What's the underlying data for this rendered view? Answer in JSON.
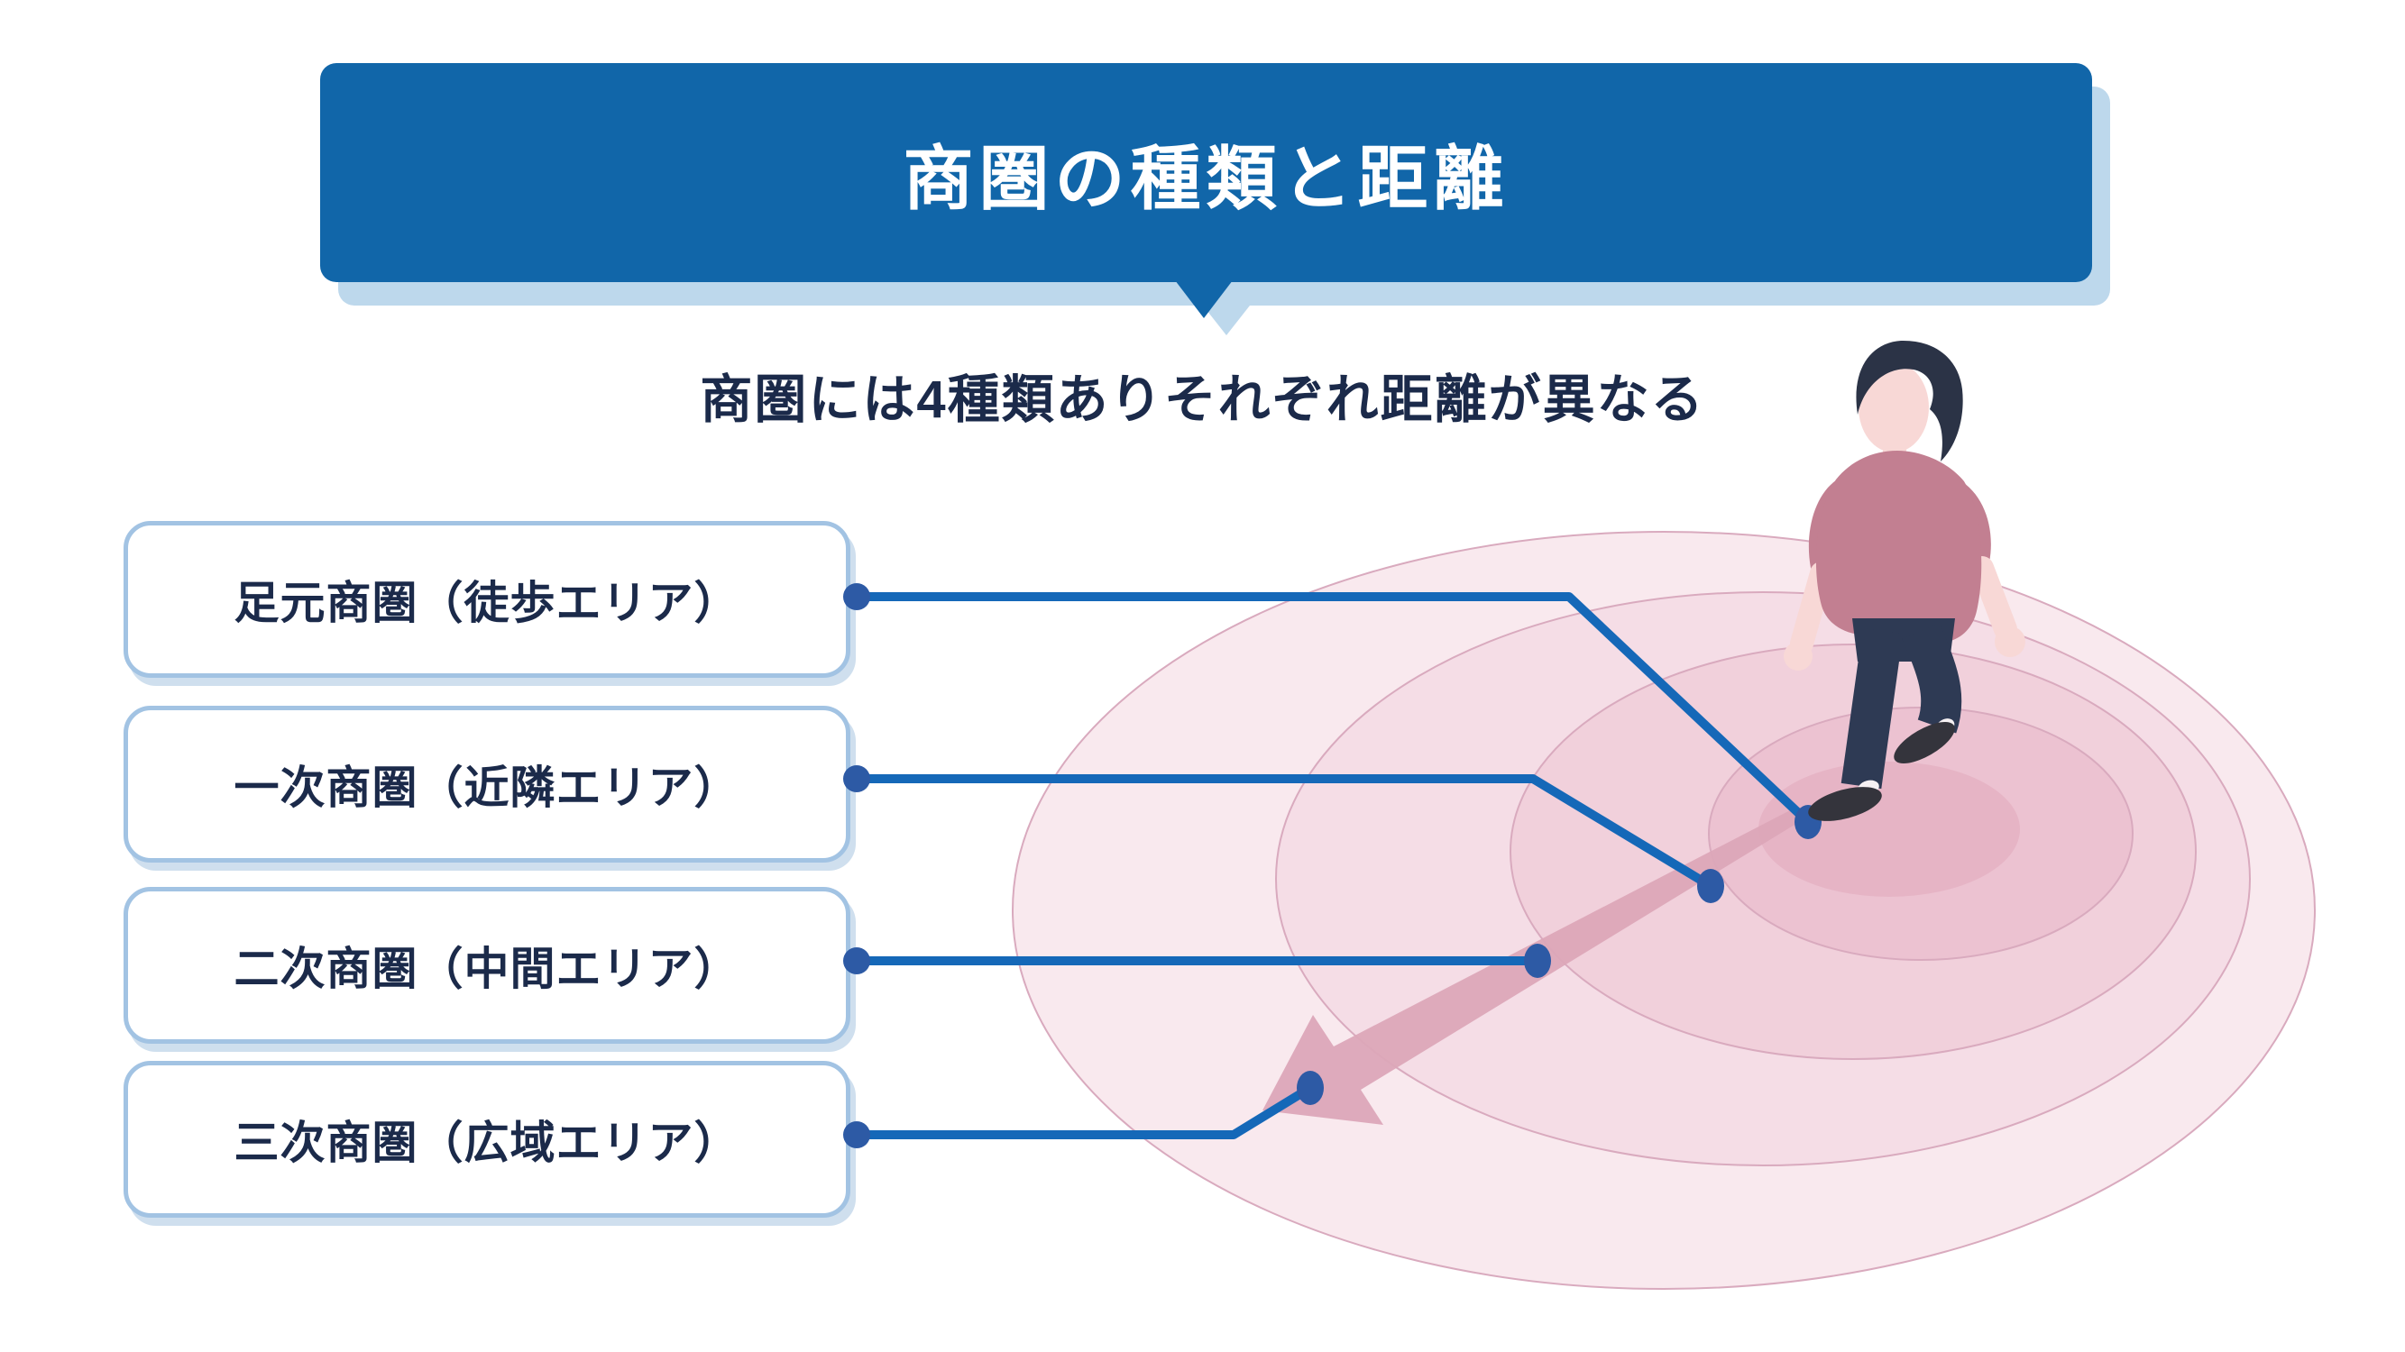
{
  "banner": {
    "title": "商圏の種類と距離"
  },
  "subtitle": {
    "text": "商圏には4種類ありそれぞれ距離が異なる"
  },
  "legend_boxes": {
    "items": [
      {
        "label": "足元商圏（徒歩エリア）"
      },
      {
        "label": "一次商圏（近隣エリア）"
      },
      {
        "label": "二次商圏（中間エリア）"
      },
      {
        "label": "三次商圏（広域エリア）"
      }
    ]
  },
  "diagram": {
    "rings": [
      {
        "name": "足元商圏（徒歩エリア）",
        "fill": "#ecc2d1"
      },
      {
        "name": "一次商圏（近隣エリア）",
        "fill": "#f1d0db"
      },
      {
        "name": "二次商圏（中間エリア）",
        "fill": "#f5dde6"
      },
      {
        "name": "三次商圏（広域エリア）",
        "fill": "#f9e9ee"
      }
    ],
    "icons": {
      "person": "walking-person-illustration",
      "arrow": "distance-arrow"
    }
  },
  "colors": {
    "banner_blue": "#1166a9",
    "banner_shadow": "#bdd8ec",
    "title_white": "#ffffff",
    "text_navy": "#1b2a4a",
    "box_border": "#a2c3e3",
    "box_shadow": "#cfdfee",
    "line_blue": "#1568b8",
    "dot_blue": "#2d5aa5",
    "arrow_pink": "#dca6b8",
    "ring_outer": "#f9e9ee",
    "ring_third": "#f5dde6",
    "ring_second": "#f1d0db",
    "ring_first": "#ecc2d1",
    "ring_center": "#e6b4c5",
    "ring_stroke": "#d9aabe",
    "skin": "#f8d8d6",
    "hair": "#2b3346",
    "shirt": "#c27f91",
    "pants": "#2e3a54",
    "shoes": "#34343c"
  }
}
